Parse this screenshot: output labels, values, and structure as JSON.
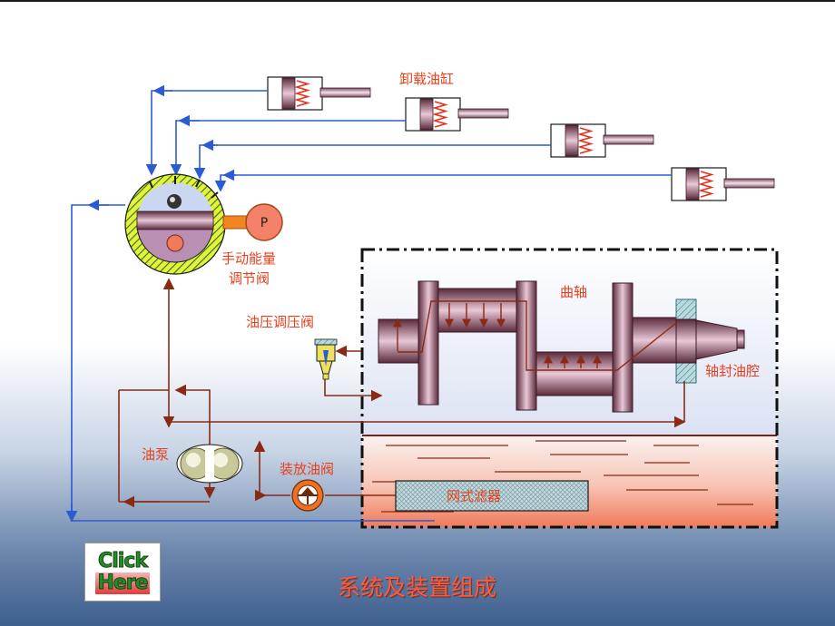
{
  "labels": {
    "unload_cylinder": "卸载油缸",
    "manual_valve_line1": "手动能量",
    "manual_valve_line2": "调节阀",
    "pressure_gauge": "P",
    "pressure_reg_valve": "油压调压阀",
    "crankshaft": "曲轴",
    "shaft_seal_chamber": "轴封油腔",
    "oil_pump": "油泵",
    "oil_charge_valve": "装放油阀",
    "mesh_filter": "网式滤器"
  },
  "footer_title": "系统及装置组成",
  "click_button": {
    "line1": "Click",
    "line2": "Here"
  },
  "colors": {
    "blue_line": "#2a5bd7",
    "brown_line": "#8b2a14",
    "label_red": "#e8401c",
    "oil_top": "#f4eef4",
    "oil_bottom": "#f08060"
  }
}
